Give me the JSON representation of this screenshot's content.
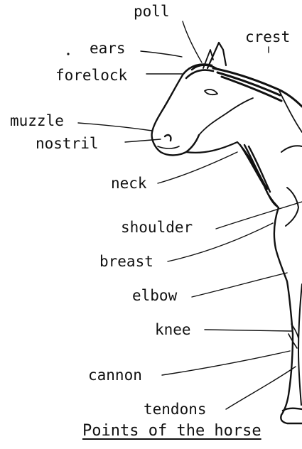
{
  "labels": {
    "poll": "poll",
    "crest": "crest",
    "ears": "ears",
    "forelock": "forelock",
    "muzzle": "muzzle",
    "nostril": "nostril",
    "neck": "neck",
    "shoulder": "shoulder",
    "breast": "breast",
    "elbow": "elbow",
    "knee": "knee",
    "cannon": "cannon",
    "tendons": "tendons"
  },
  "caption": "Points of the horse",
  "colors": {
    "ink": "#111111",
    "background": "#ffffff"
  }
}
